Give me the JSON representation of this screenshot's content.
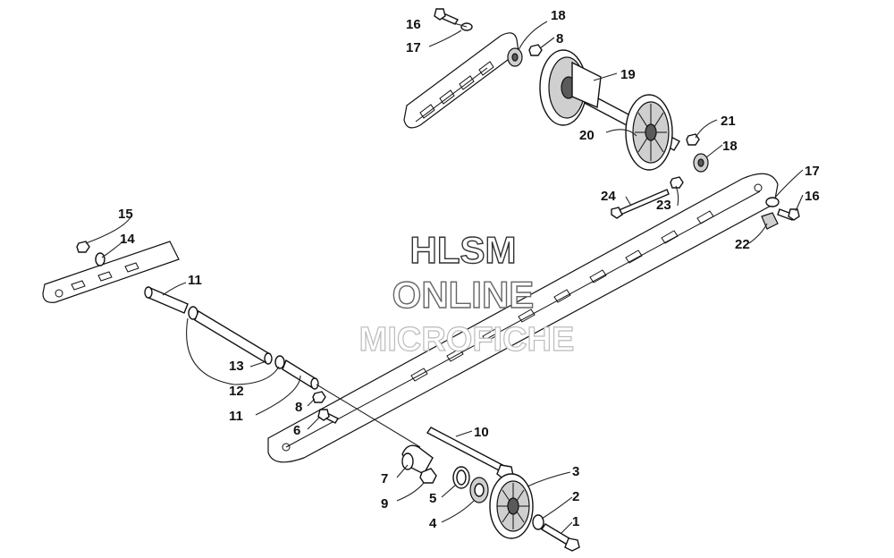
{
  "watermark": {
    "line1": "HLSM",
    "line2": "ONLINE",
    "line3": "MICROFICHE"
  },
  "callouts": [
    {
      "id": "c1",
      "label": "1"
    },
    {
      "id": "c2",
      "label": "2"
    },
    {
      "id": "c3",
      "label": "3"
    },
    {
      "id": "c4",
      "label": "4"
    },
    {
      "id": "c5",
      "label": "5"
    },
    {
      "id": "c6",
      "label": "6"
    },
    {
      "id": "c7",
      "label": "7"
    },
    {
      "id": "c8a",
      "label": "8"
    },
    {
      "id": "c8b",
      "label": "8"
    },
    {
      "id": "c9",
      "label": "9"
    },
    {
      "id": "c10",
      "label": "10"
    },
    {
      "id": "c11a",
      "label": "11"
    },
    {
      "id": "c11b",
      "label": "11"
    },
    {
      "id": "c12",
      "label": "12"
    },
    {
      "id": "c13",
      "label": "13"
    },
    {
      "id": "c14",
      "label": "14"
    },
    {
      "id": "c15",
      "label": "15"
    },
    {
      "id": "c16a",
      "label": "16"
    },
    {
      "id": "c16b",
      "label": "16"
    },
    {
      "id": "c17a",
      "label": "17"
    },
    {
      "id": "c17b",
      "label": "17"
    },
    {
      "id": "c18a",
      "label": "18"
    },
    {
      "id": "c18b",
      "label": "18"
    },
    {
      "id": "c19",
      "label": "19"
    },
    {
      "id": "c20",
      "label": "20"
    },
    {
      "id": "c21",
      "label": "21"
    },
    {
      "id": "c22",
      "label": "22"
    },
    {
      "id": "c23",
      "label": "23"
    },
    {
      "id": "c24",
      "label": "24"
    }
  ]
}
